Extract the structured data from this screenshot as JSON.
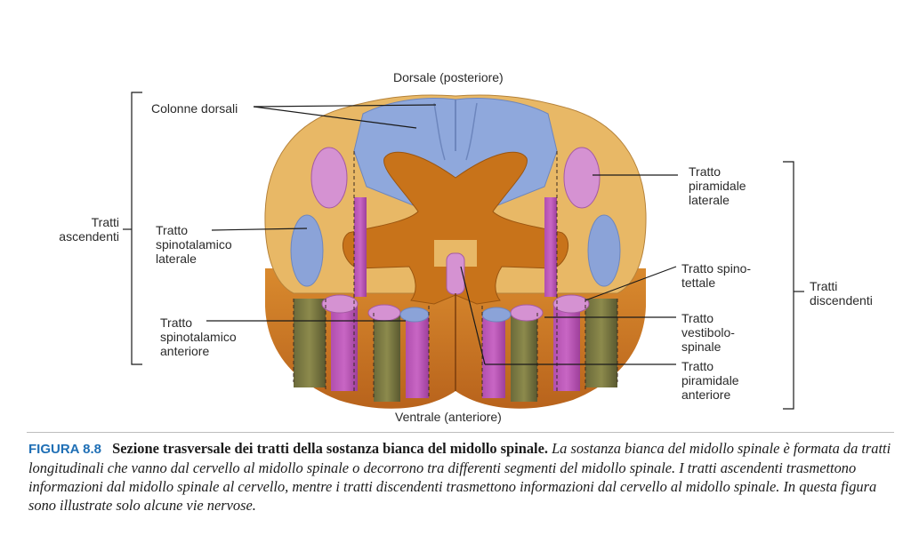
{
  "labels": {
    "dorsal": "Dorsale (posteriore)",
    "ventral": "Ventrale (anteriore)",
    "dorsal_columns": "Colonne dorsali",
    "ascending_group": [
      "Tratti",
      "ascendenti"
    ],
    "descending_group": [
      "Tratti",
      "discendenti"
    ],
    "lateral_spinothalamic": [
      "Tratto",
      "spinotalamico",
      "laterale"
    ],
    "anterior_spinothalamic": [
      "Tratto",
      "spinotalamico",
      "anteriore"
    ],
    "lateral_pyramidal": [
      "Tratto",
      "piramidale",
      "laterale"
    ],
    "spinotectal": [
      "Tratto spino-",
      "tettale"
    ],
    "vestibulospinal": [
      "Tratto",
      "vestibolo-",
      "spinale"
    ],
    "anterior_pyramidal": [
      "Tratto",
      "piramidale",
      "anteriore"
    ]
  },
  "caption": {
    "number": "FIGURA 8.8",
    "title": "Sezione trasversale dei tratti della sostanza bianca del midollo spinale.",
    "body": "La sostanza bianca del midollo spinale è formata da tratti longitudinali che vanno dal cervello al midollo spinale o decorrono tra differenti segmenti del midollo spinale. I tratti ascendenti trasmettono informazioni dal midollo spinale al cervello, mentre i tratti discendenti trasmettono informazioni dal cervello al midollo spinale. In questa figura sono illustrate solo alcune vie nervose."
  },
  "colors": {
    "white_matter": "#e8b866",
    "grey_matter": "#c8731a",
    "dorsal_column": "#8fa8dc",
    "lateral_spinothalamic": "#8ba3d8",
    "pyramidal": "#d592d2",
    "accent_blue": "#1f6fb5"
  }
}
